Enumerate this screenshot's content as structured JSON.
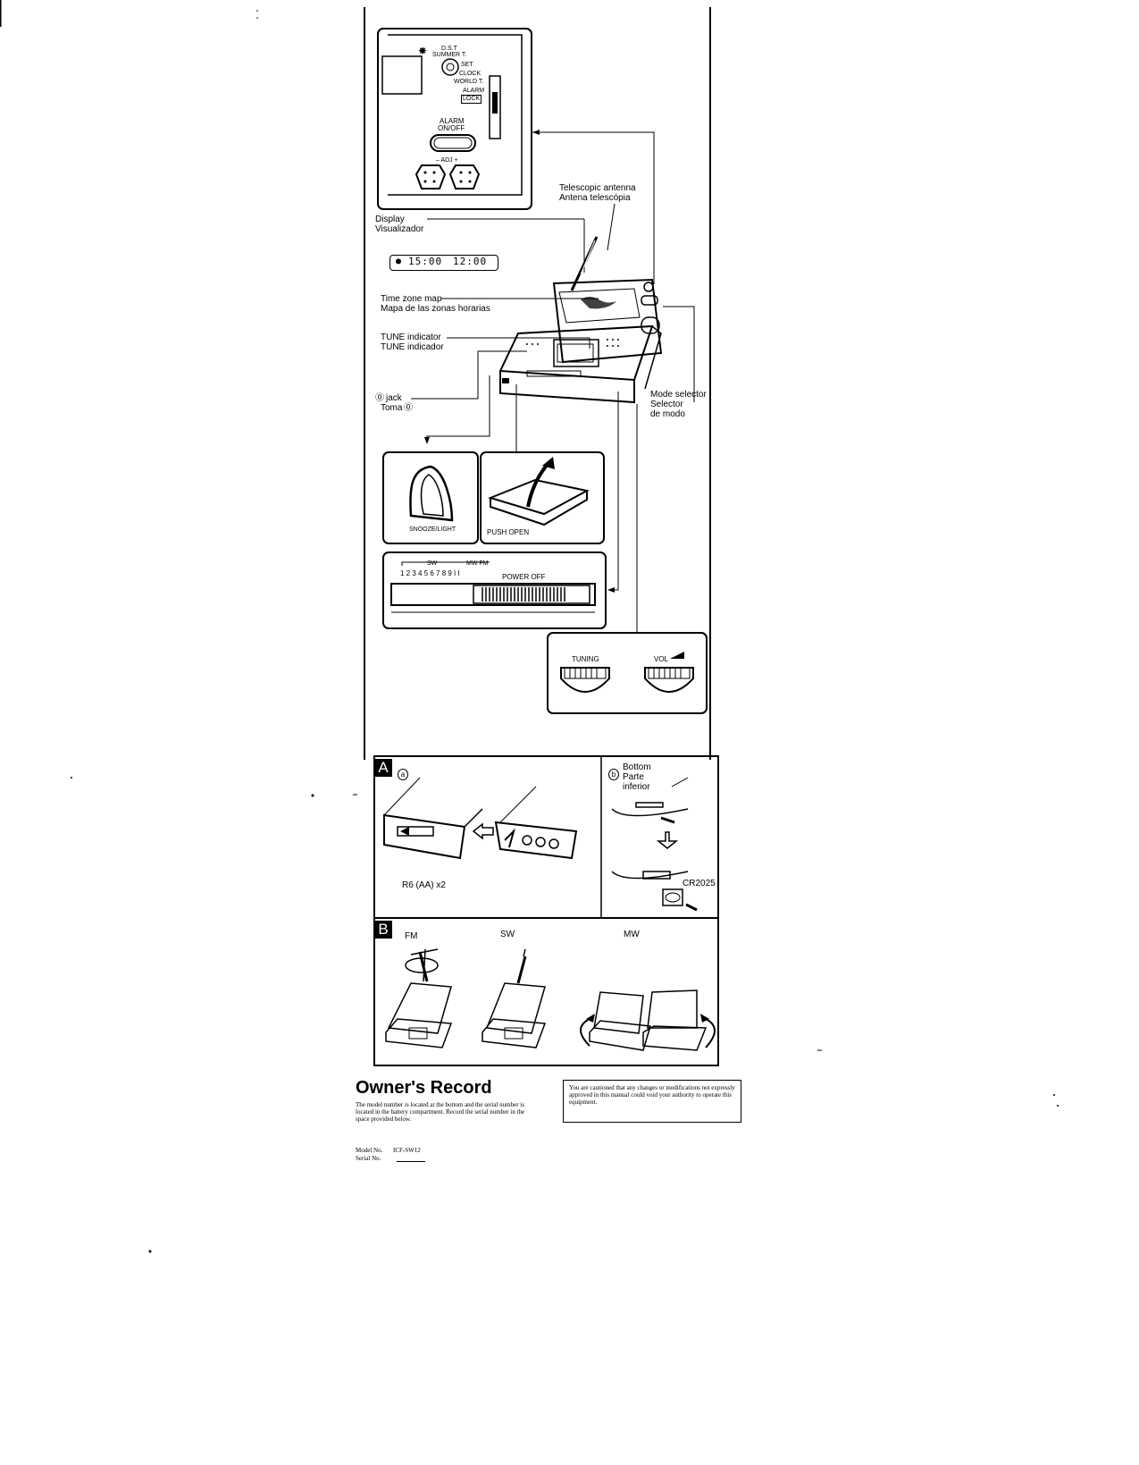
{
  "main_diagram": {
    "labels": {
      "dst": "D.S.T",
      "summer_t": "SUMMER T.",
      "set": "SET",
      "clock": "CLOCK",
      "world_t": "WORLD T.",
      "alarm": "ALARM",
      "lock": "LOCK",
      "alarm_on_off_1": "ALARM",
      "alarm_on_off_2": "ON/OFF",
      "adj": "– ADJ +",
      "telescopic_en": "Telescopic antenna",
      "telescopic_es": "Antena telescópia",
      "display_en": "Display",
      "display_es": "Visualizador",
      "lcd_left": "15:00",
      "lcd_right": "12:00",
      "timezone_en": "Time zone map",
      "timezone_es": "Mapa de las zonas horarias",
      "tune_en": "TUNE indicator",
      "tune_es": "TUNE indicador",
      "jack_en": "jack",
      "jack_es": "Toma",
      "mode_en": "Mode selector",
      "mode_es_1": "Selector",
      "mode_es_2": "de modo",
      "snooze": "SNOOZE/LIGHT",
      "push_open": "PUSH OPEN",
      "band_sw": "SW",
      "band_mwfm": "MW FM",
      "band_numbers": "1 2 3 4 5 6 7 8 9 I  I",
      "power_off": "POWER OFF",
      "tuning": "TUNING",
      "vol": "VOL"
    }
  },
  "section_a": {
    "letter": "A",
    "sub_a": "a",
    "sub_b": "b",
    "bottom_en": "Bottom",
    "bottom_es_1": "Parte",
    "bottom_es_2": "inferior",
    "battery": "R6 (AA) x2",
    "coin": "CR2025"
  },
  "section_b": {
    "letter": "B",
    "fm": "FM",
    "sw": "SW",
    "mw": "MW"
  },
  "owners_record": {
    "title": "Owner's Record",
    "body": "The model number is located at the bottom and the serial number is located in the battery compartment. Record the serial number in the space provided below.",
    "model_label": "Model No.",
    "model_value": "ICF-SW12",
    "serial_label": "Serial No.",
    "caution": "You are cautioned that any changes or modifications not expressly approved in this manual could void your authority to operate this equipment."
  }
}
